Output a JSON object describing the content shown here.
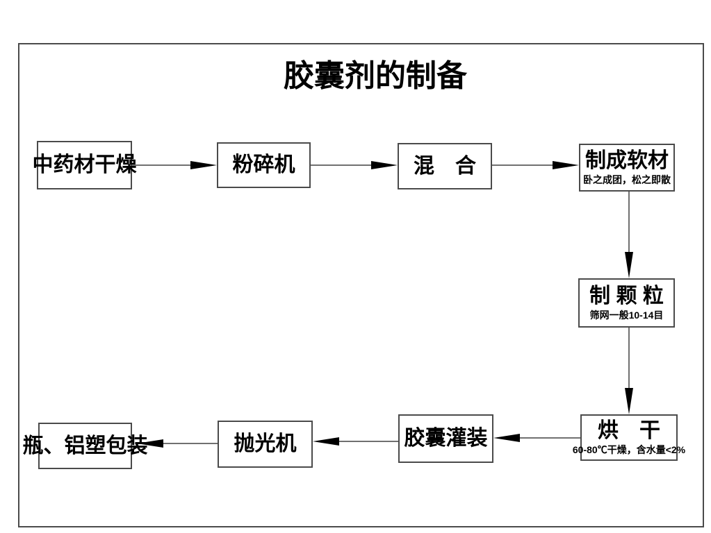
{
  "title": "胶囊剂的制备",
  "nodes": {
    "herb_drying": {
      "label": "中药材干燥"
    },
    "pulverizer": {
      "label": "粉碎机"
    },
    "mixing": {
      "label": "混　合"
    },
    "soft_material": {
      "label": "制成软材",
      "note": "卧之成团，松之即散"
    },
    "granulation": {
      "label": "制 颗 粒",
      "note": "筛网一般10-14目"
    },
    "oven_drying": {
      "label": "烘　干",
      "note": "60-80℃干燥，含水量<2%"
    },
    "capsule_filling": {
      "label": "胶囊灌装"
    },
    "polishing": {
      "label": "抛光机"
    },
    "packaging": {
      "label": "瓶、铝塑包装"
    }
  },
  "colors": {
    "background": "#ffffff",
    "box_border": "#4a4a4a",
    "line": "#707070",
    "arrowhead": "#000000",
    "text": "#000000"
  }
}
